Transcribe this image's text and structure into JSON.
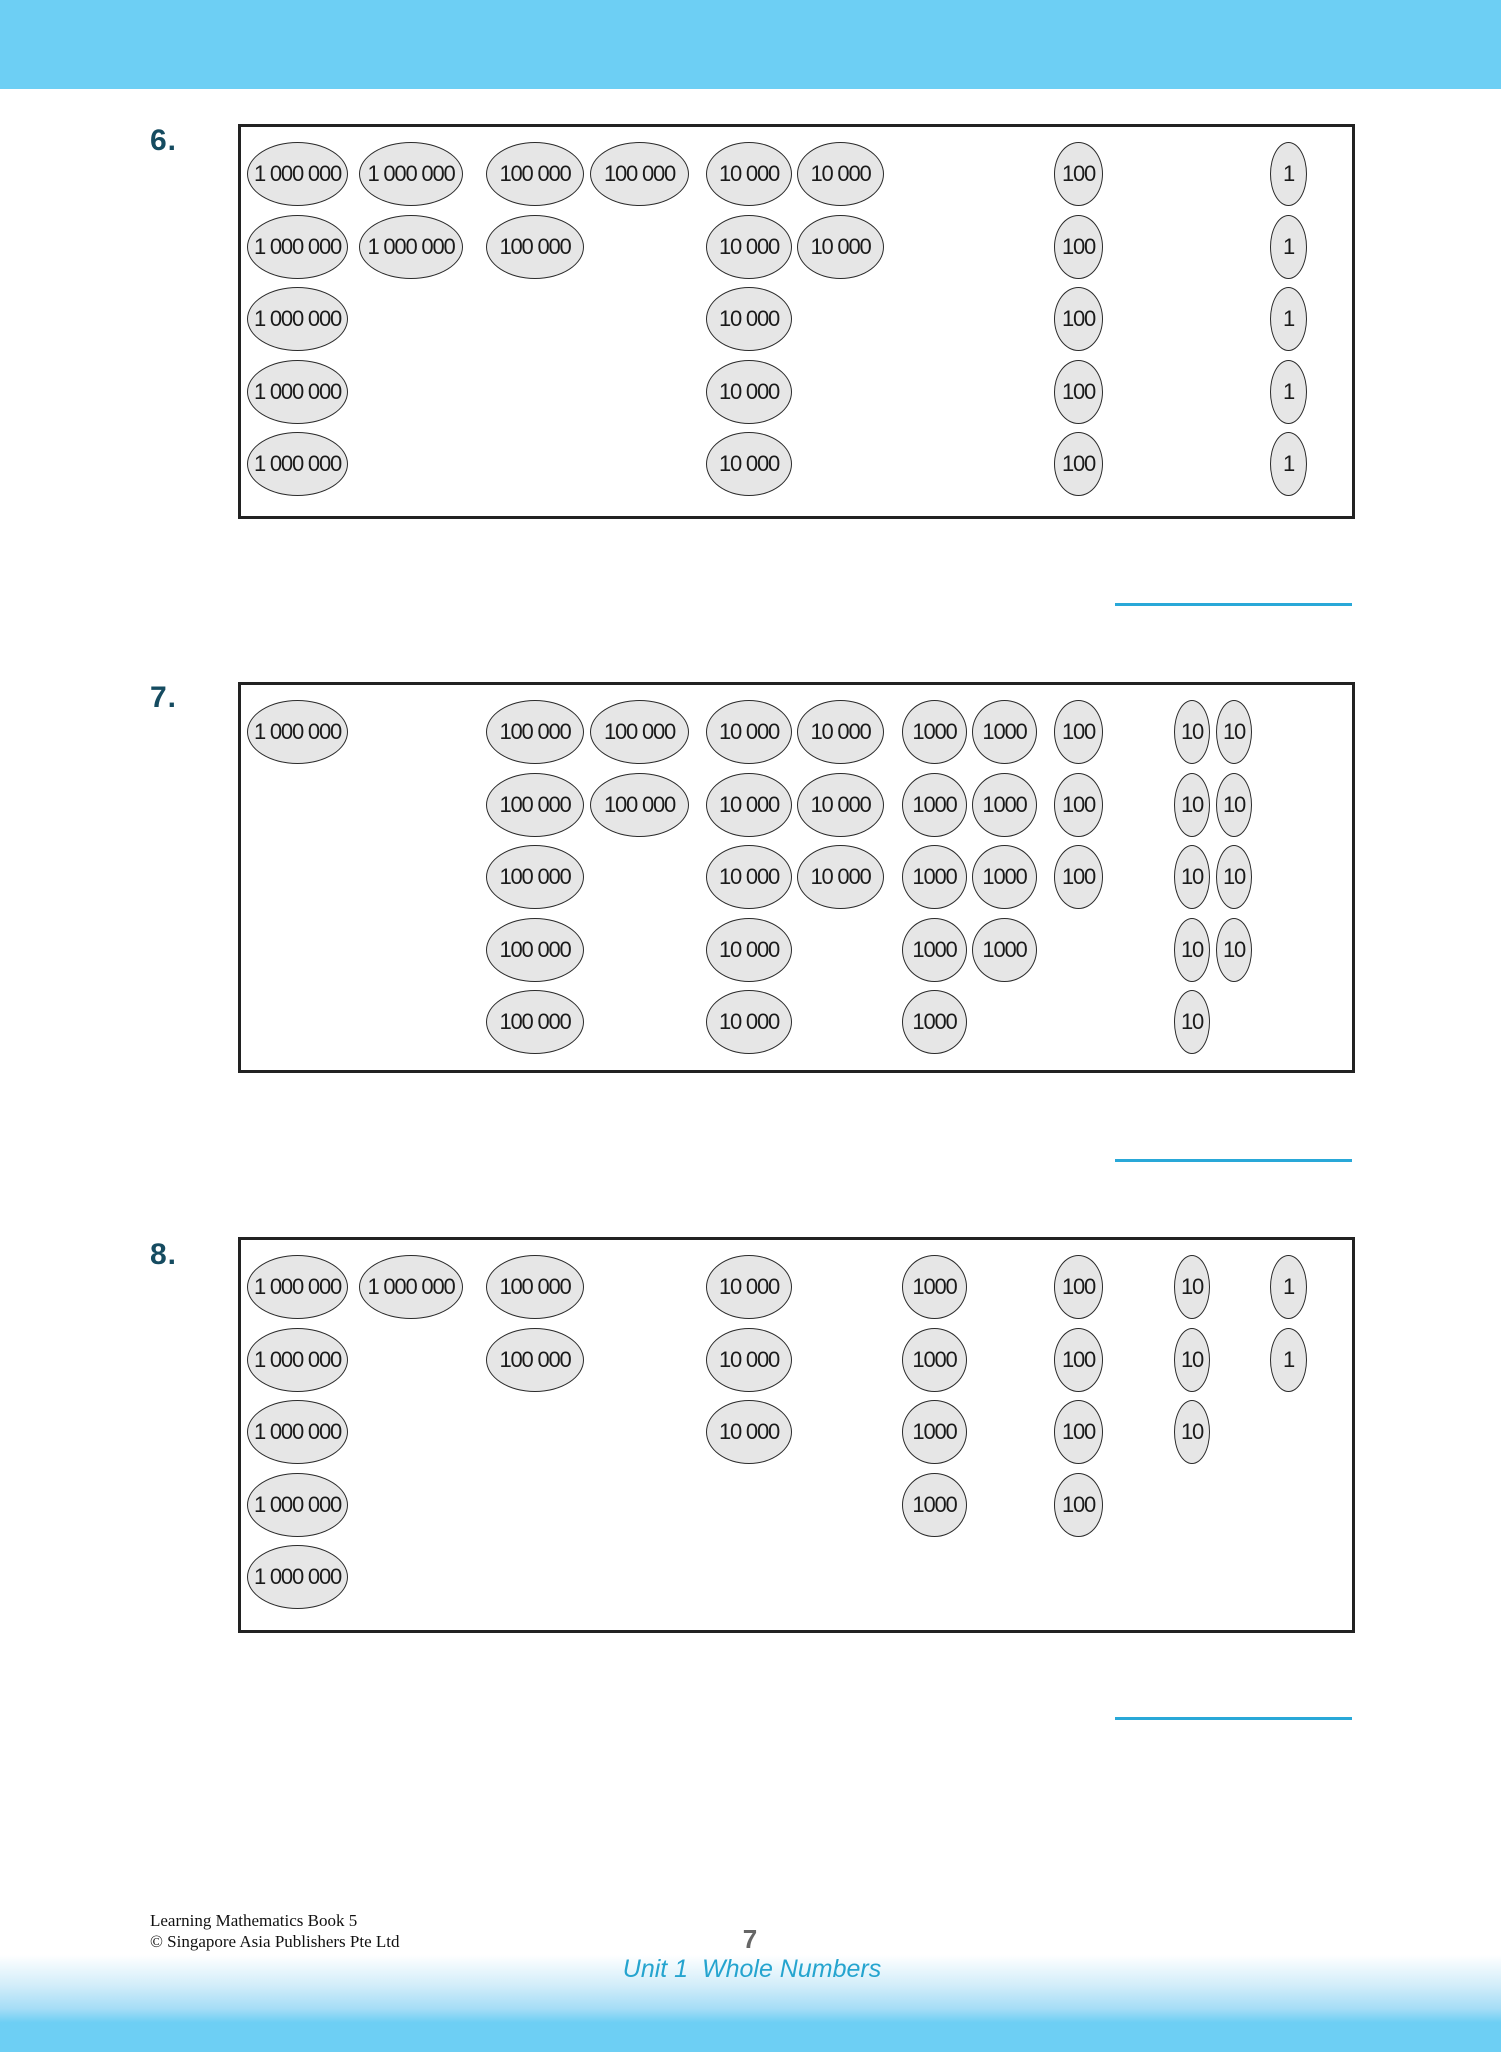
{
  "header": {
    "band_color": "#6dcff4"
  },
  "problems": [
    {
      "number": "6.",
      "answer": "",
      "groups": [
        {
          "value": "1 000 000",
          "column": "A",
          "count": 5
        },
        {
          "value": "1 000 000",
          "column": "B",
          "count": 2
        },
        {
          "value": "100 000",
          "column": "C",
          "count": 2
        },
        {
          "value": "100 000",
          "column": "D",
          "count": 1
        },
        {
          "value": "10 000",
          "column": "E",
          "count": 5
        },
        {
          "value": "10 000",
          "column": "F",
          "count": 2
        },
        {
          "value": "100",
          "column": "I",
          "count": 5
        },
        {
          "value": "1",
          "column": "L",
          "count": 5
        }
      ]
    },
    {
      "number": "7.",
      "answer": "",
      "groups": [
        {
          "value": "1 000 000",
          "column": "A",
          "count": 1
        },
        {
          "value": "100 000",
          "column": "C",
          "count": 5
        },
        {
          "value": "100 000",
          "column": "D",
          "count": 2
        },
        {
          "value": "10 000",
          "column": "E",
          "count": 5
        },
        {
          "value": "10 000",
          "column": "F",
          "count": 3
        },
        {
          "value": "1000",
          "column": "G",
          "count": 5
        },
        {
          "value": "1000",
          "column": "H",
          "count": 4
        },
        {
          "value": "100",
          "column": "I",
          "count": 3
        },
        {
          "value": "10",
          "column": "J",
          "count": 5
        },
        {
          "value": "10",
          "column": "K",
          "count": 4
        }
      ]
    },
    {
      "number": "8.",
      "answer": "",
      "groups": [
        {
          "value": "1 000 000",
          "column": "A",
          "count": 5
        },
        {
          "value": "1 000 000",
          "column": "B",
          "count": 1
        },
        {
          "value": "100 000",
          "column": "C",
          "count": 2
        },
        {
          "value": "10 000",
          "column": "E",
          "count": 3
        },
        {
          "value": "1000",
          "column": "G",
          "count": 4
        },
        {
          "value": "100",
          "column": "I",
          "count": 4
        },
        {
          "value": "10",
          "column": "J",
          "count": 3
        },
        {
          "value": "1",
          "column": "L",
          "count": 2
        }
      ]
    }
  ],
  "footer": {
    "book_title": "Learning Mathematics Book 5",
    "copyright": "© Singapore Asia Publishers Pte Ltd",
    "page_number": "7",
    "unit_title": "Unit 1  Whole Numbers"
  },
  "colors": {
    "band": "#6dcff4",
    "question_number": "#154b60",
    "answer_line": "#29a8d8",
    "token_fill": "#e6e6e6",
    "unit_title": "#25a4cf"
  }
}
